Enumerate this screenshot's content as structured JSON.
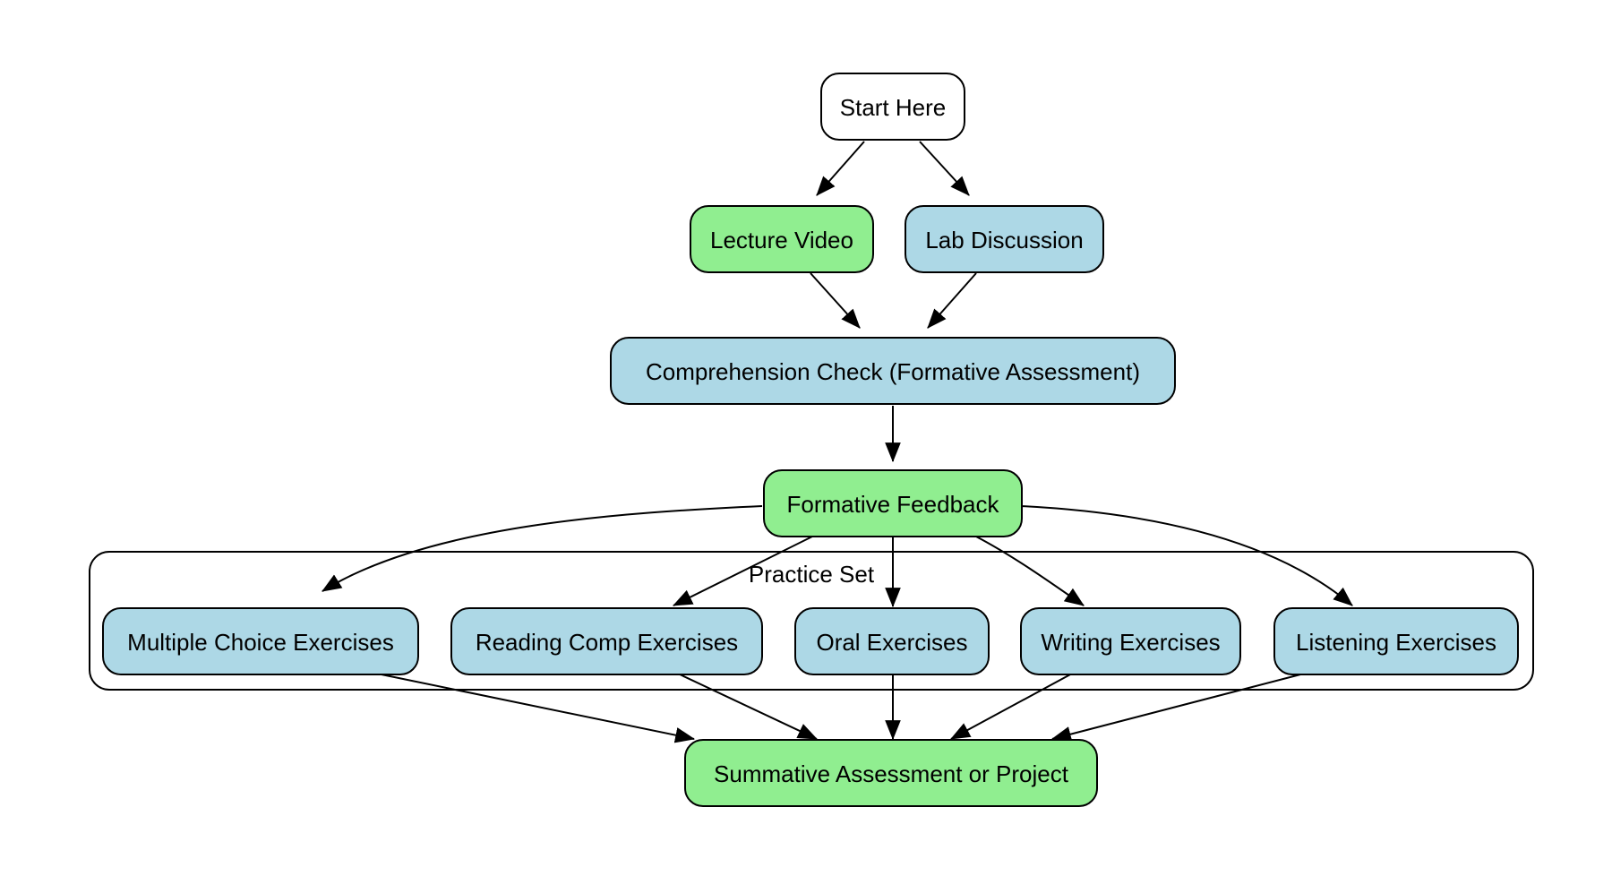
{
  "colors": {
    "white": "#ffffff",
    "green": "#90ee90",
    "blue": "#add8e6",
    "stroke": "#000000"
  },
  "nodes": {
    "start": {
      "label": "Start Here",
      "fill": "white"
    },
    "lecture": {
      "label": "Lecture Video",
      "fill": "green"
    },
    "lab": {
      "label": "Lab Discussion",
      "fill": "blue"
    },
    "comprehension": {
      "label": "Comprehension Check (Formative Assessment)",
      "fill": "blue"
    },
    "feedback": {
      "label": "Formative Feedback",
      "fill": "green"
    },
    "mc": {
      "label": "Multiple Choice Exercises",
      "fill": "blue"
    },
    "reading": {
      "label": "Reading Comp Exercises",
      "fill": "blue"
    },
    "oral": {
      "label": "Oral Exercises",
      "fill": "blue"
    },
    "writing": {
      "label": "Writing Exercises",
      "fill": "blue"
    },
    "listening": {
      "label": "Listening Exercises",
      "fill": "blue"
    },
    "summative": {
      "label": "Summative Assessment or Project",
      "fill": "green"
    }
  },
  "cluster": {
    "label": "Practice Set",
    "members": [
      "mc",
      "reading",
      "oral",
      "writing",
      "listening"
    ]
  },
  "edges": [
    {
      "from": "start",
      "to": "lecture"
    },
    {
      "from": "start",
      "to": "lab"
    },
    {
      "from": "lecture",
      "to": "comprehension"
    },
    {
      "from": "lab",
      "to": "comprehension"
    },
    {
      "from": "comprehension",
      "to": "feedback"
    },
    {
      "from": "feedback",
      "to": "mc"
    },
    {
      "from": "feedback",
      "to": "reading"
    },
    {
      "from": "feedback",
      "to": "oral"
    },
    {
      "from": "feedback",
      "to": "writing"
    },
    {
      "from": "feedback",
      "to": "listening"
    },
    {
      "from": "mc",
      "to": "summative"
    },
    {
      "from": "reading",
      "to": "summative"
    },
    {
      "from": "oral",
      "to": "summative"
    },
    {
      "from": "writing",
      "to": "summative"
    },
    {
      "from": "listening",
      "to": "summative"
    }
  ]
}
